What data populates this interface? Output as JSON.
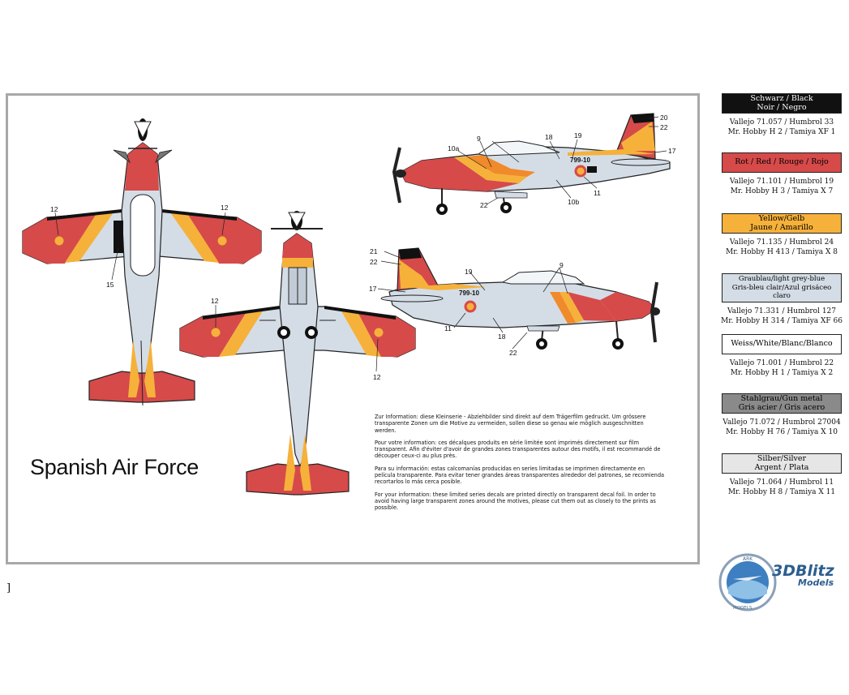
{
  "title": "Spanish Air Force",
  "callouts": {
    "top_left_wing": "12",
    "top_right_wing": "12",
    "top_fin": "15",
    "bottom_left_wing": "12",
    "bottom_right_wing": "12",
    "side1_10a": "10a",
    "side1_9": "9",
    "side1_18": "18",
    "side1_19": "19",
    "side1_20": "20",
    "side1_22a": "22",
    "side1_17": "17",
    "side1_11": "11",
    "side1_10b": "10b",
    "side1_22b": "22",
    "side2_21": "21",
    "side2_22a": "22",
    "side2_17": "17",
    "side2_19": "19",
    "side2_9": "9",
    "side2_11": "11",
    "side2_18": "18",
    "side2_22b": "22"
  },
  "tail_code_1": "799-10",
  "tail_code_2": "799-10",
  "notes": [
    "Zur Information: diese Kleinserie - Abziehbilder sind direkt auf dem Trägerfilm gedruckt. Um grössere transparente Zonen um die Motive zu vermeiden, sollen diese so genau wie möglich ausgeschnitten werden.",
    "Pour votre information: ces décalques produits en série limitée sont imprimés directement sur film transparent. Afin d'éviter d'avoir de grandes zones transparentes autour des motifs, il est recommandé de découper ceux-ci au plus près.",
    "Para su información: estas calcomanías producidas en series limitadas se imprimen directamente en película transparente. Para evitar tener grandes áreas transparentes alrededor del patrones, se recomienda recortarlos lo más cerca posible.",
    "For your information: these limited series decals are printed directly on transparent decal foil. In order to avoid having large transparent zones around the motives, please cut them out as closely to the prints as possible."
  ],
  "legend": [
    {
      "name": "Schwarz / Black\nNoir / Negro",
      "color": "#111111",
      "text_color": "#ffffff",
      "paints": [
        "Vallejo 71.057 / Humbrol 33",
        "Mr. Hobby H 2 / Tamiya XF 1"
      ]
    },
    {
      "name": "Rot / Red / Rouge / Rojo",
      "color": "#d64a4a",
      "text_color": "#111111",
      "paints": [
        "Vallejo 71.101 / Humbrol 19",
        "Mr. Hobby H 3 / Tamiya X 7"
      ]
    },
    {
      "name": "Yellow/Gelb\nJaune / Amarillo",
      "color": "#f6b13a",
      "text_color": "#111111",
      "paints": [
        "Vallejo 71.135 / Humbrol 24",
        "Mr. Hobby H 413 / Tamiya X 8"
      ]
    },
    {
      "name": "Graublau/light grey-blue\nGris-bleu clair/Azul grisáceo claro",
      "color": "#d4dde6",
      "text_color": "#111111",
      "paints": [
        "Vallejo 71.331 / Humbrol 127",
        "Mr. Hobby H 314 / Tamiya XF 66"
      ]
    },
    {
      "name": "Weiss/White/Blanc/Blanco",
      "color": "#ffffff",
      "text_color": "#111111",
      "paints": [
        "Vallejo 71.001 / Humbrol 22",
        "Mr. Hobby H 1 / Tamiya X 2"
      ]
    },
    {
      "name": "Stahlgrau/Gun metal\nGris acier / Gris acero",
      "color": "#8a8a8a",
      "text_color": "#111111",
      "paints": [
        "Vallejo 71.072 / Humbrol 27004",
        "Mr. Hobby H 76 / Tamiya X 10"
      ]
    },
    {
      "name": "Silber/Silver\nArgent / Plata",
      "color": "#e6e6e6",
      "text_color": "#111111",
      "paints": [
        "Vallejo 71.064 / Humbrol 11",
        "Mr. Hobby H 8 / Tamiya X 11"
      ]
    }
  ],
  "logo": {
    "brand": "3DBlitz",
    "sub": "Models",
    "seal": "ARK",
    "ring": "MODELS"
  },
  "stray_mark": "]",
  "colors": {
    "red": "#d64a4a",
    "yellow": "#f6b13a",
    "grey_blue": "#d4dde6",
    "orange": "#f08a2a",
    "black": "#111111"
  }
}
